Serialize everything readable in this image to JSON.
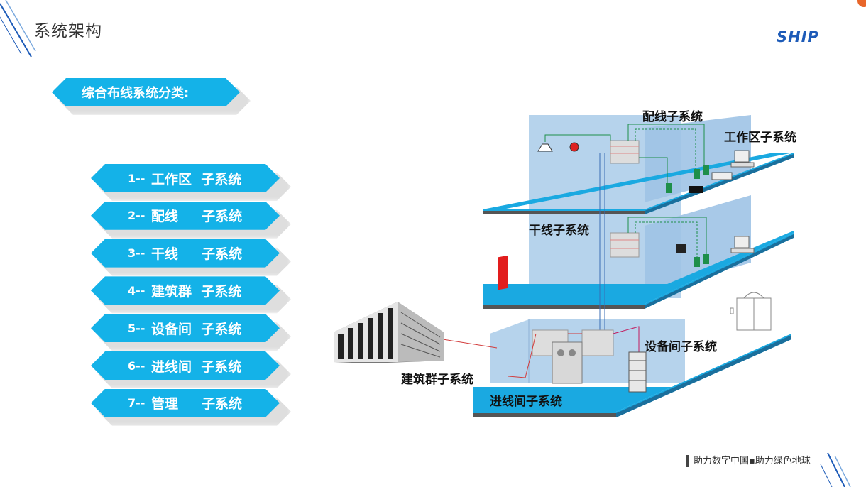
{
  "page": {
    "title": "系统架构",
    "logo_text": "SHIP",
    "slogan": "助力数字中国▪助力绿色地球"
  },
  "classification": {
    "heading": "综合布线系统分类:",
    "items": [
      {
        "num": "1--",
        "text": " 工作区  子系统"
      },
      {
        "num": "2--",
        "text": " 配线     子系统"
      },
      {
        "num": "3--",
        "text": " 干线     子系统"
      },
      {
        "num": "4--",
        "text": " 建筑群  子系统"
      },
      {
        "num": "5--",
        "text": " 设备间  子系统"
      },
      {
        "num": "6--",
        "text": " 进线间  子系统"
      },
      {
        "num": "7--",
        "text": " 管理     子系统"
      }
    ]
  },
  "diagram": {
    "labels": {
      "horizontal": "配线子系统",
      "work_area": "工作区子系统",
      "backbone": "干线子系统",
      "equipment_room": "设备间子系统",
      "campus": "建筑群子系统",
      "entrance": "进线间子系统"
    },
    "colors": {
      "floor_top": "#1aa9e1",
      "floor_side": "#1b6f9c",
      "wall": "#b6d3ec",
      "wall_dark": "#9fc3e6",
      "cable_green": "#1e8f4a",
      "cable_red": "#d23a3a",
      "cable_blue": "#3a6db5"
    }
  }
}
